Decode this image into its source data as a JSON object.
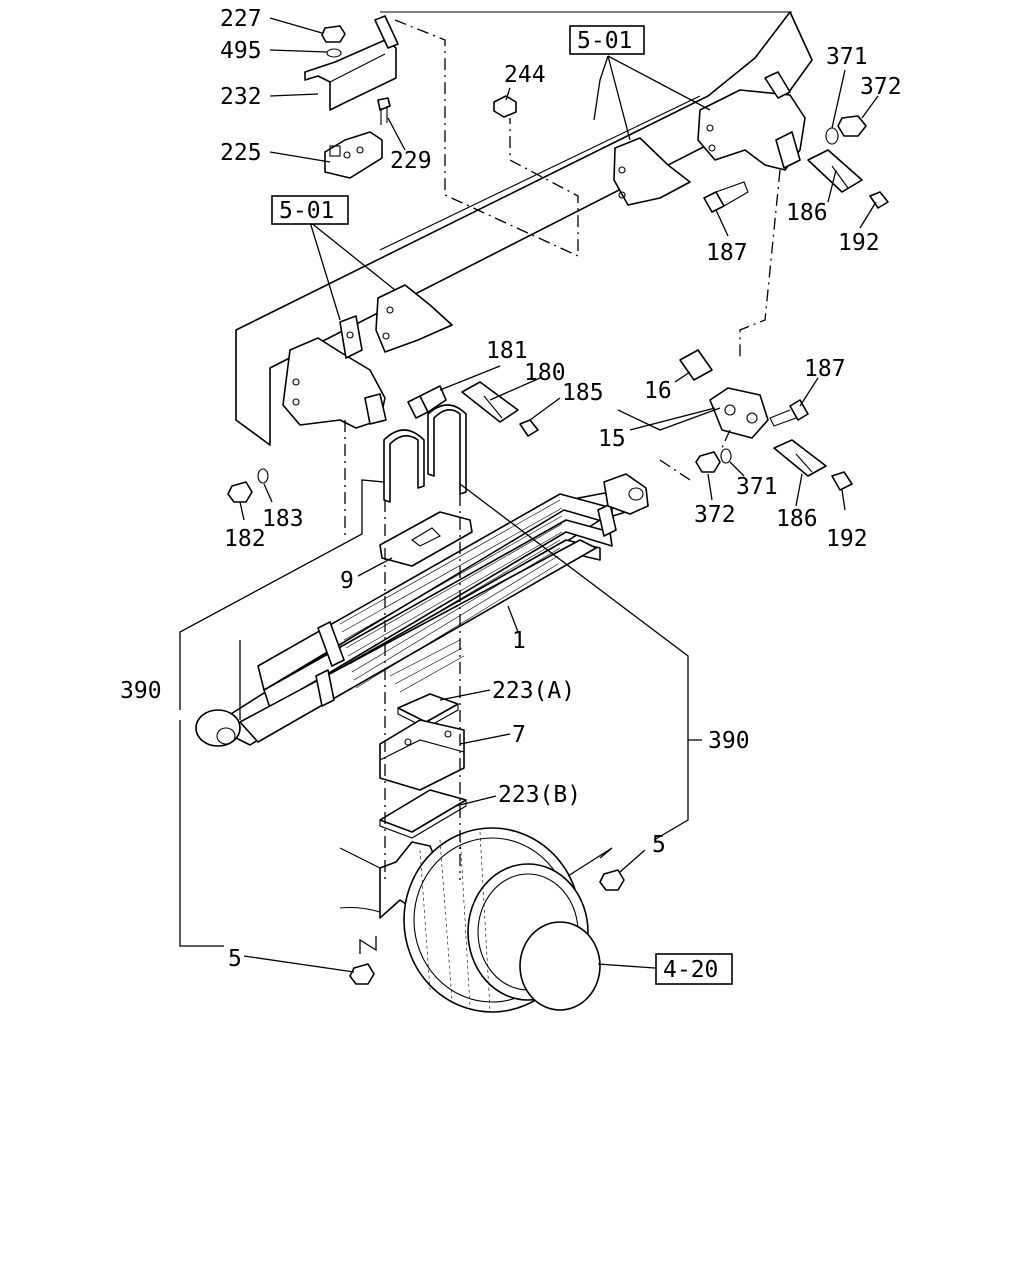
{
  "callouts": {
    "c227": "227",
    "c495": "495",
    "c232": "232",
    "c225": "225",
    "c229": "229",
    "c244": "244",
    "c371a": "371",
    "c372a": "372",
    "c186a": "186",
    "c192a": "192",
    "c187a": "187",
    "c181": "181",
    "c180": "180",
    "c185": "185",
    "c16": "16",
    "c187b": "187",
    "c15": "15",
    "c182": "182",
    "c183": "183",
    "c371b": "371",
    "c372b": "372",
    "c186b": "186",
    "c192b": "192",
    "c9": "9",
    "c1": "1",
    "c390a": "390",
    "c223a": "223(A)",
    "c7": "7",
    "c390b": "390",
    "c223b": "223(B)",
    "c5a": "5",
    "c5b": "5"
  },
  "references": {
    "r501a": "5-01",
    "r501b": "5-01",
    "r420": "4-20"
  }
}
